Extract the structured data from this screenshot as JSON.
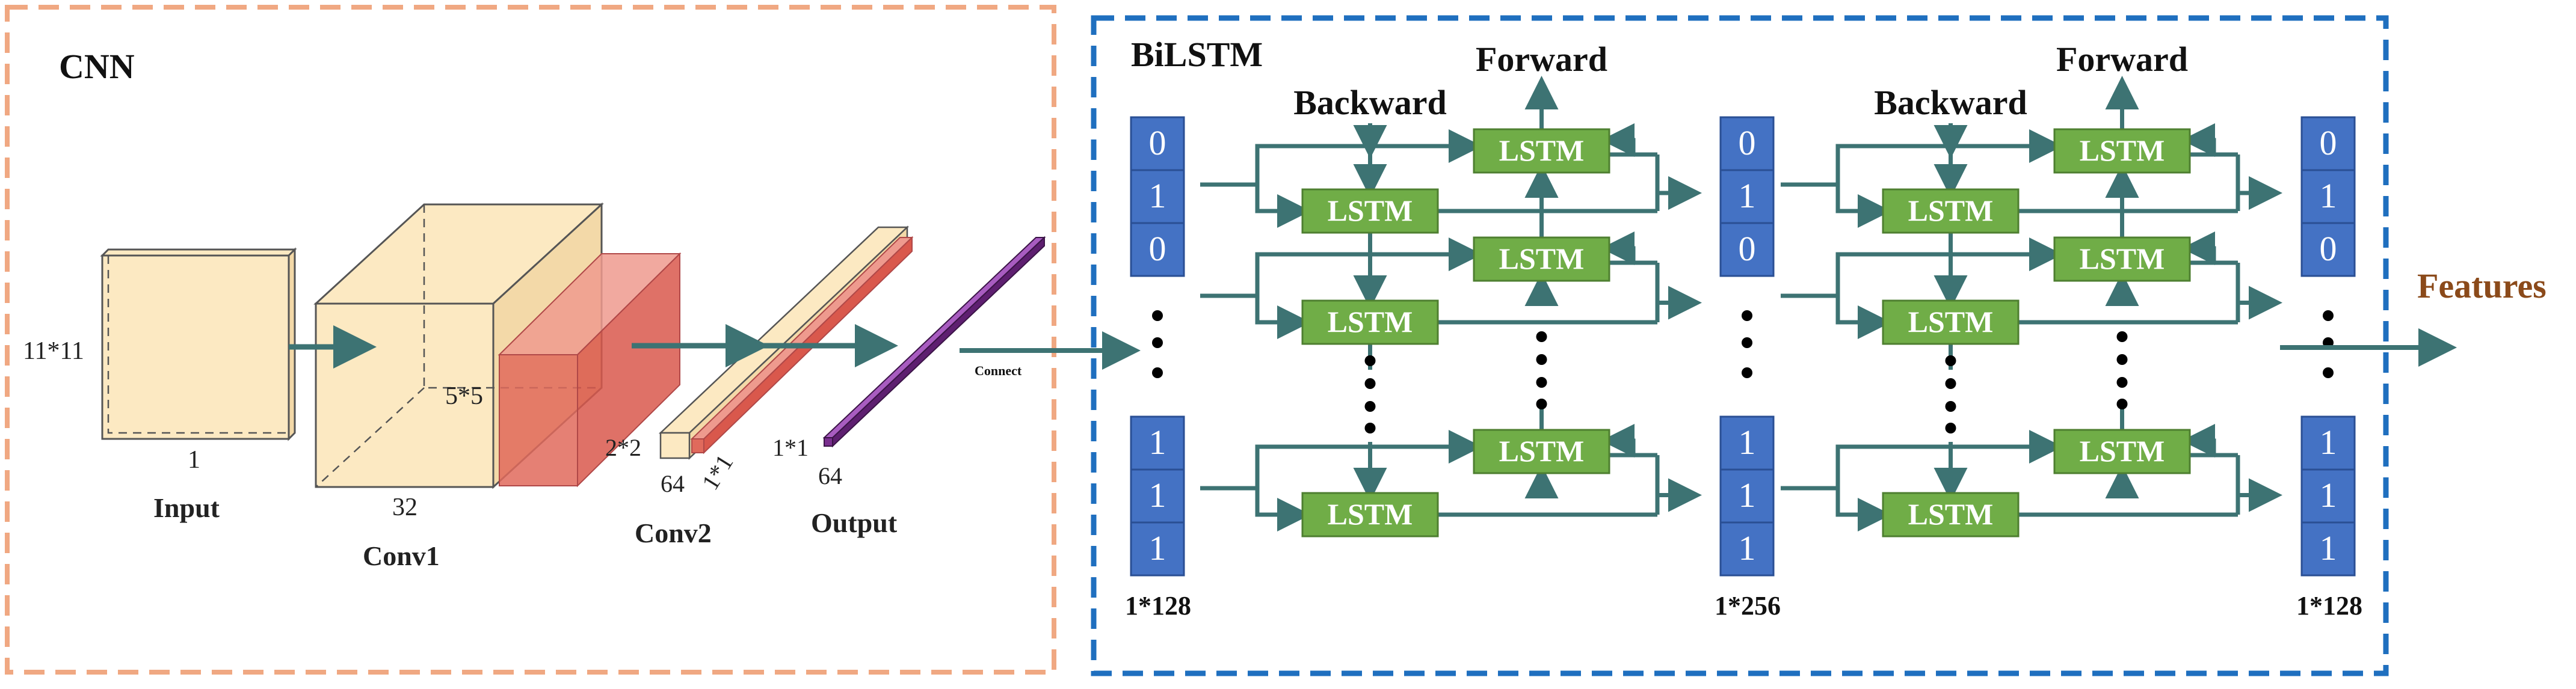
{
  "cnn": {
    "title": "CNN",
    "input": {
      "size": "11*11",
      "depth": "1",
      "label": "Input"
    },
    "conv1": {
      "depth": "32",
      "kernel": "5*5",
      "label": "Conv1"
    },
    "conv2": {
      "size": "2*2",
      "depth": "64",
      "kernel": "1*1",
      "label": "Conv2"
    },
    "output": {
      "size": "1*1",
      "depth": "64",
      "label": "Output"
    },
    "connect_label": "Connect"
  },
  "bilstm": {
    "title": "BiLSTM",
    "forward_label": "Forward",
    "backward_label": "Backward",
    "cell_label": "LSTM",
    "vectors": [
      {
        "top": [
          "0",
          "1",
          "0"
        ],
        "bottom": [
          "1",
          "1",
          "1"
        ],
        "dim": "1*128"
      },
      {
        "top": [
          "0",
          "1",
          "0"
        ],
        "bottom": [
          "1",
          "1",
          "1"
        ],
        "dim": "1*256"
      },
      {
        "top": [
          "0",
          "1",
          "0"
        ],
        "bottom": [
          "1",
          "1",
          "1"
        ],
        "dim": "1*128"
      }
    ]
  },
  "features_label": "Features",
  "colors": {
    "cnn_border": "#F0A882",
    "bilstm_border": "#1F6FBF",
    "arrow": "#3D7373",
    "vector_fill": "#4472C4",
    "lstm_fill": "#70AD47",
    "box_fill": "#FCE9C2",
    "conv_red": "#E06A5C",
    "output_purple": "#7A2F8F",
    "features_text": "#8B4A1A"
  }
}
